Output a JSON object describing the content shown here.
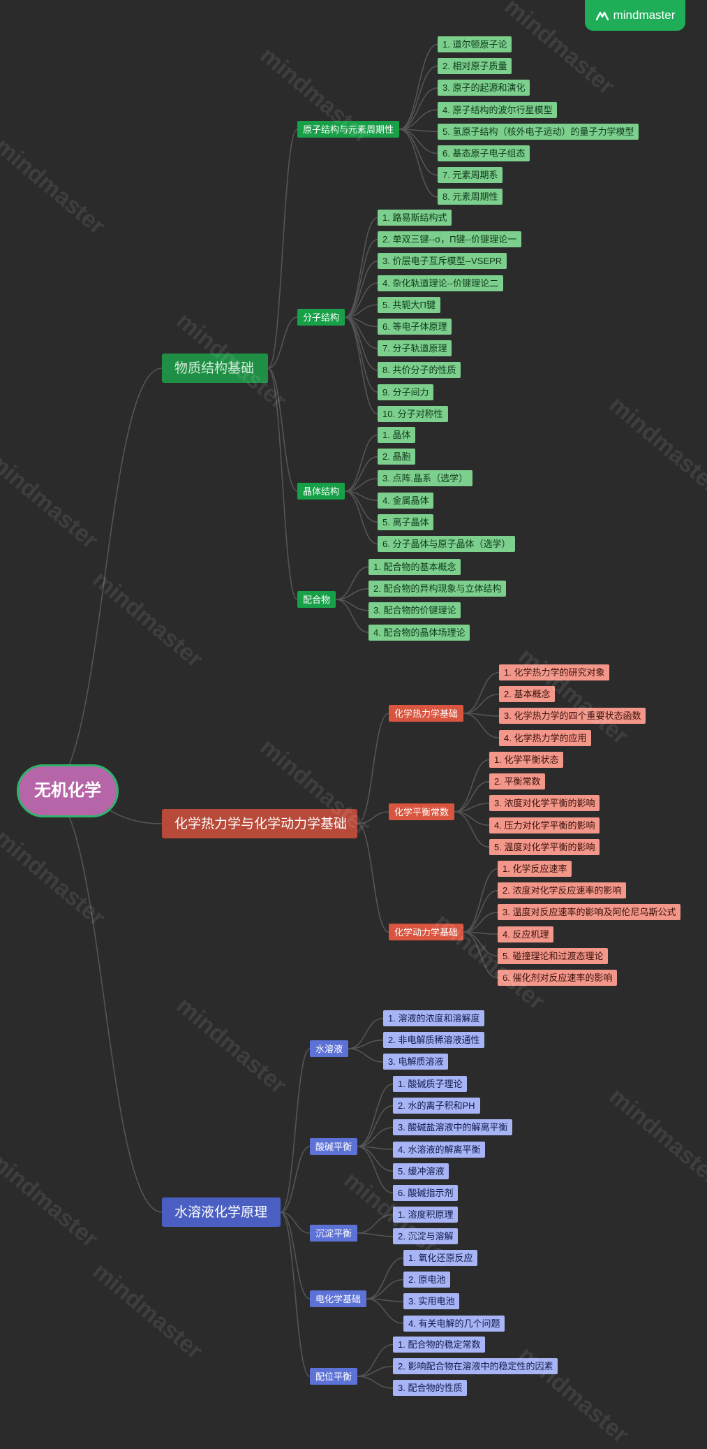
{
  "brand": {
    "label": "mindmaster"
  },
  "watermark_text": "mindmaster",
  "root": {
    "label": "无机化学"
  },
  "branches": [
    {
      "label": "物质结构基础",
      "color": "#1f8f45",
      "children": [
        {
          "label": "原子结构与元素周期性",
          "items": [
            "1. 道尔顿原子论",
            "2. 相对原子质量",
            "3. 原子的起源和演化",
            "4. 原子结构的波尔行星模型",
            "5. 氢原子结构（核外电子运动）的量子力学模型",
            "6. 基态原子电子组态",
            "7. 元素周期系",
            "8. 元素周期性"
          ]
        },
        {
          "label": "分子结构",
          "items": [
            "1. 路易斯结构式",
            "2. 单双三键--σ，Π键--价键理论一",
            "3. 价层电子互斥模型--VSEPR",
            "4. 杂化轨道理论--价键理论二",
            "5. 共轭大Π键",
            "6. 等电子体原理",
            "7. 分子轨道原理",
            "8. 共价分子的性质",
            "9. 分子间力",
            "10. 分子对称性"
          ]
        },
        {
          "label": "晶体结构",
          "items": [
            "1. 晶体",
            "2. 晶胞",
            "3. 点阵.晶系（选学）",
            "4. 金属晶体",
            "5. 离子晶体",
            "6. 分子晶体与原子晶体（选学）"
          ]
        },
        {
          "label": "配合物",
          "items": [
            "1. 配合物的基本概念",
            "2. 配合物的异构现象与立体结构",
            "3. 配合物的价键理论",
            "4. 配合物的晶体场理论"
          ]
        }
      ]
    },
    {
      "label": "化学热力学与化学动力学基础",
      "color": "#b84a3a",
      "children": [
        {
          "label": "化学热力学基础",
          "items": [
            "1. 化学热力学的研究对象",
            "2. 基本概念",
            "3. 化学热力学的四个重要状态函数",
            "4. 化学热力学的应用"
          ]
        },
        {
          "label": "化学平衡常数",
          "items": [
            "1. 化学平衡状态",
            "2. 平衡常数",
            "3. 浓度对化学平衡的影响",
            "4. 压力对化学平衡的影响",
            "5. 温度对化学平衡的影响"
          ]
        },
        {
          "label": "化学动力学基础",
          "items": [
            "1. 化学反应速率",
            "2. 浓度对化学反应速率的影响",
            "3. 温度对反应速率的影响及阿伦尼乌斯公式",
            "4. 反应机理",
            "5. 碰撞理论和过渡态理论",
            "6. 催化剂对反应速率的影响"
          ]
        }
      ]
    },
    {
      "label": "水溶液化学原理",
      "color": "#4a5fc1",
      "children": [
        {
          "label": "水溶液",
          "items": [
            "1. 溶液的浓度和溶解度",
            "2. 非电解质稀溶液通性",
            "3. 电解质溶液"
          ]
        },
        {
          "label": "酸碱平衡",
          "items": [
            "1. 酸碱质子理论",
            "2. 水的离子积和PH",
            "3. 酸碱盐溶液中的解离平衡",
            "4. 水溶液的解离平衡",
            "5. 缓冲溶液",
            "6. 酸碱指示剂"
          ]
        },
        {
          "label": "沉淀平衡",
          "items": [
            "1. 溶度积原理",
            "2. 沉淀与溶解"
          ]
        },
        {
          "label": "电化学基础",
          "items": [
            "1.  氧化还原反应",
            "2. 原电池",
            "3. 实用电池",
            "4. 有关电解的几个问题"
          ]
        },
        {
          "label": "配位平衡",
          "items": [
            "1. 配合物的稳定常数",
            "2. 影响配合物在溶液中的稳定性的因素",
            "3. 配合物的性质"
          ]
        }
      ]
    }
  ],
  "colors": {
    "background": "#2b2b2b",
    "line": "#555555",
    "green_l1": "#1f8f45",
    "green_l2": "#18a048",
    "green_l3": "#7ccf8c",
    "red_l1": "#b84a3a",
    "red_l2": "#d9553f",
    "red_l3": "#f2978a",
    "blue_l1": "#4a5fc1",
    "blue_l2": "#5d72d6",
    "blue_l3": "#a7b4f5",
    "root_fill": "#b565a8",
    "root_border": "#2fb36a",
    "brand": "#1fae57"
  }
}
